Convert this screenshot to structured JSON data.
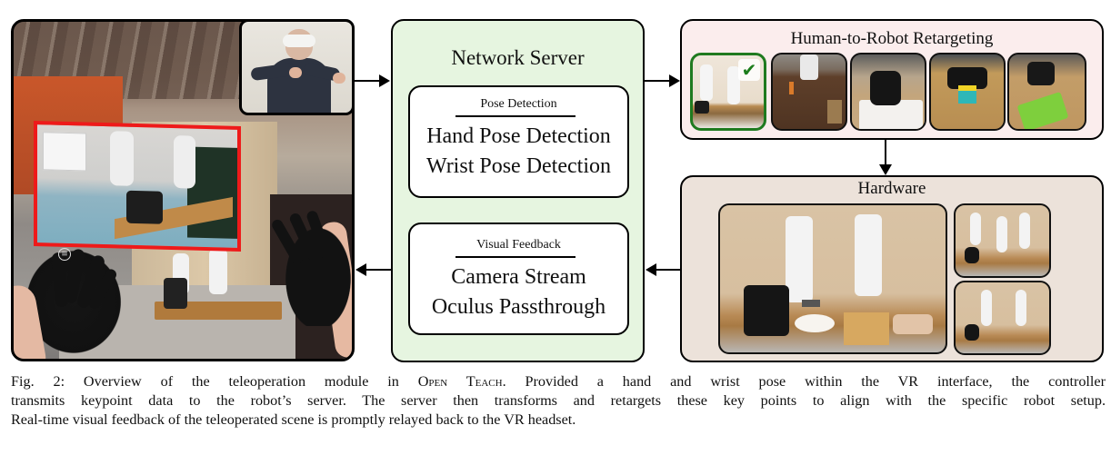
{
  "figure": {
    "network_server": {
      "title": "Network Server",
      "pose_detection": {
        "heading": "Pose Detection",
        "lines": [
          "Hand Pose Detection",
          "Wrist Pose Detection"
        ]
      },
      "visual_feedback": {
        "heading": "Visual Feedback",
        "lines": [
          "Camera Stream",
          "Oculus Passthrough"
        ]
      }
    },
    "retargeting": {
      "title": "Human-to-Robot Retargeting",
      "thumbnails": [
        {
          "scene": "bimanual-sandwich-robots",
          "selected": true,
          "check_icon": "checkmark-icon"
        },
        {
          "scene": "simulated-table-bottles",
          "selected": false
        },
        {
          "scene": "hand-ironing-cloth",
          "selected": false
        },
        {
          "scene": "gripper-colored-cube",
          "selected": false
        },
        {
          "scene": "hand-green-basket",
          "selected": false
        }
      ],
      "accent_color": "#1f7a1f"
    },
    "hardware": {
      "title": "Hardware",
      "photos": [
        "main-bimanual-sandwich",
        "side-view-1",
        "side-view-2"
      ]
    },
    "vr_view": {
      "operator_inset": "person-wearing-vr-headset",
      "camera_stream_border_color": "#ee1a1a"
    },
    "arrows": [
      {
        "from": "vr_view",
        "to": "network_server",
        "direction": "right"
      },
      {
        "from": "network_server",
        "to": "retargeting",
        "direction": "right"
      },
      {
        "from": "retargeting",
        "to": "hardware",
        "direction": "down"
      },
      {
        "from": "hardware",
        "to": "network_server",
        "direction": "left"
      },
      {
        "from": "network_server",
        "to": "vr_view",
        "direction": "left"
      }
    ],
    "colors": {
      "network_server_bg": "#e6f5e0",
      "retargeting_bg": "#fbeded",
      "hardware_bg": "#ece2da"
    }
  },
  "caption": {
    "label": "Fig. 2:",
    "line1_pre": " Overview of the teleoperation module in ",
    "system_name": "Open Teach",
    "line1_post": ". Provided a hand and wrist pose within the VR interface, the controller",
    "line2": "transmits keypoint data to the robot’s server. The server then transforms and retargets these key points to align with the specific robot setup.",
    "line3": "Real-time visual feedback of the teleoperated scene is promptly relayed back to the VR headset."
  }
}
